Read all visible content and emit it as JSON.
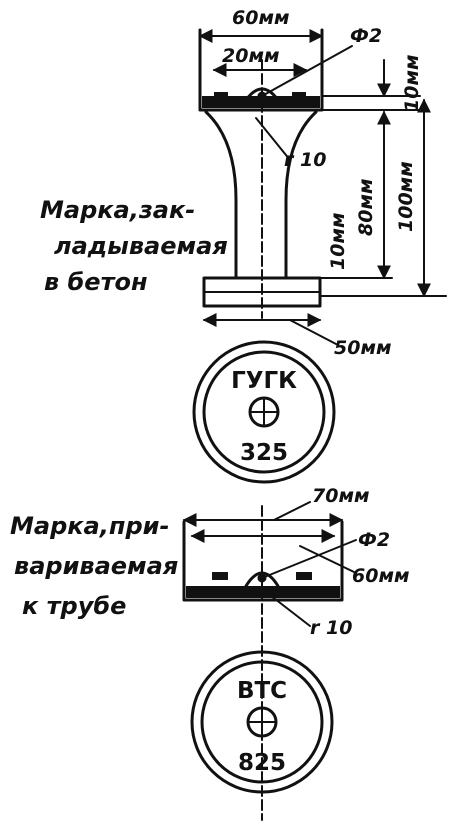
{
  "upper_marker": {
    "caption_lines": [
      "Марка,зак-",
      "ладываемая",
      "в бетон"
    ],
    "dim_width_top": "60мм",
    "dim_inner": "20мм",
    "dim_diameter": "Ф2",
    "dim_top_cap": "10мм",
    "dim_radius": "r 10",
    "dim_stem": "80мм",
    "dim_total": "100мм",
    "dim_bottom_cap": "10мм",
    "dim_base": "50мм",
    "plate_top": "ГУГК",
    "plate_bottom": "325"
  },
  "lower_marker": {
    "caption_lines": [
      "Марка,при-",
      "вариваемая",
      "к трубе"
    ],
    "dim_width": "70мм",
    "dim_diameter": "Ф2",
    "dim_inner": "60мм",
    "dim_radius": "r 10",
    "plate_top": "ВТС",
    "plate_bottom": "825"
  }
}
